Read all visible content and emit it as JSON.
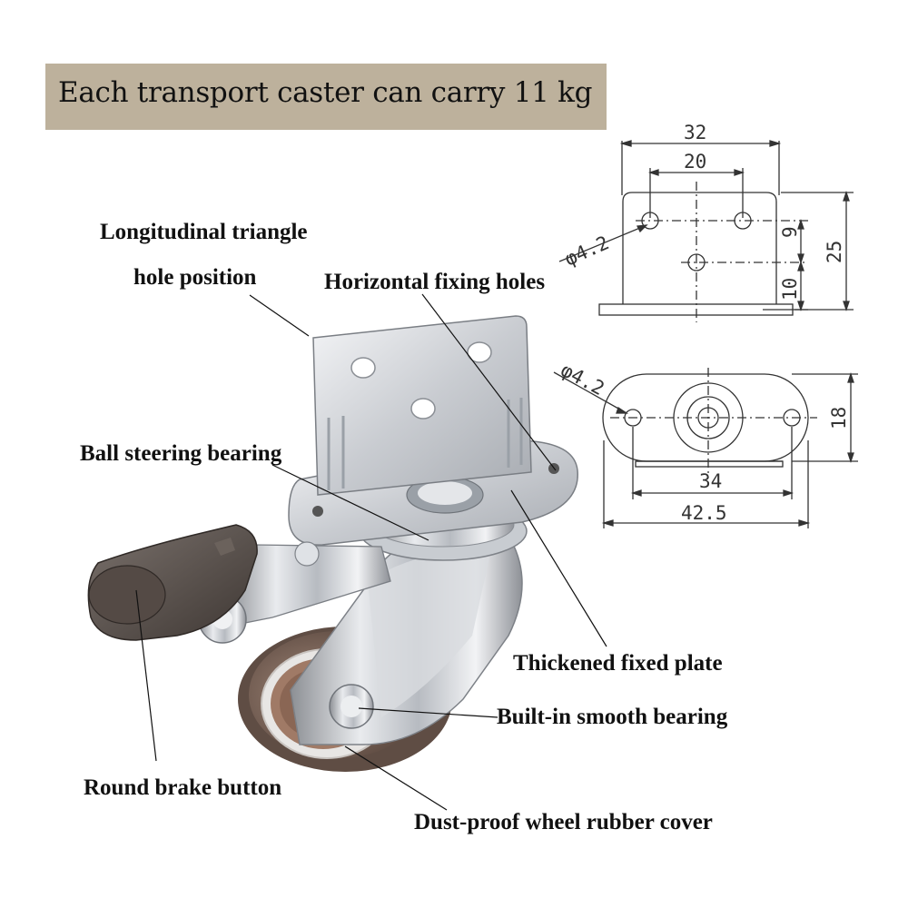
{
  "banner": {
    "text": "Each transport caster can carry 11 kg"
  },
  "callouts": {
    "triangle_line1": "Longitudinal triangle",
    "triangle_line2": "hole position",
    "horizontal_holes": "Horizontal fixing holes",
    "ball_bearing": "Ball steering bearing",
    "fixed_plate": "Thickened fixed plate",
    "smooth_bearing": "Built-in smooth bearing",
    "brake_button": "Round brake button",
    "rubber_cover": "Dust-proof wheel rubber cover"
  },
  "drawing_side": {
    "width": "32",
    "hole_spacing": "20",
    "hole_diameter": "φ4.2",
    "vert_spacing": "9",
    "bottom_offset": "10",
    "height": "25"
  },
  "drawing_top": {
    "hole_diameter": "φ4.2",
    "depth": "18",
    "hole_spacing": "34",
    "length": "42.5"
  },
  "colors": {
    "banner": "#bdb19c",
    "text": "#111111",
    "line": "#333333"
  }
}
